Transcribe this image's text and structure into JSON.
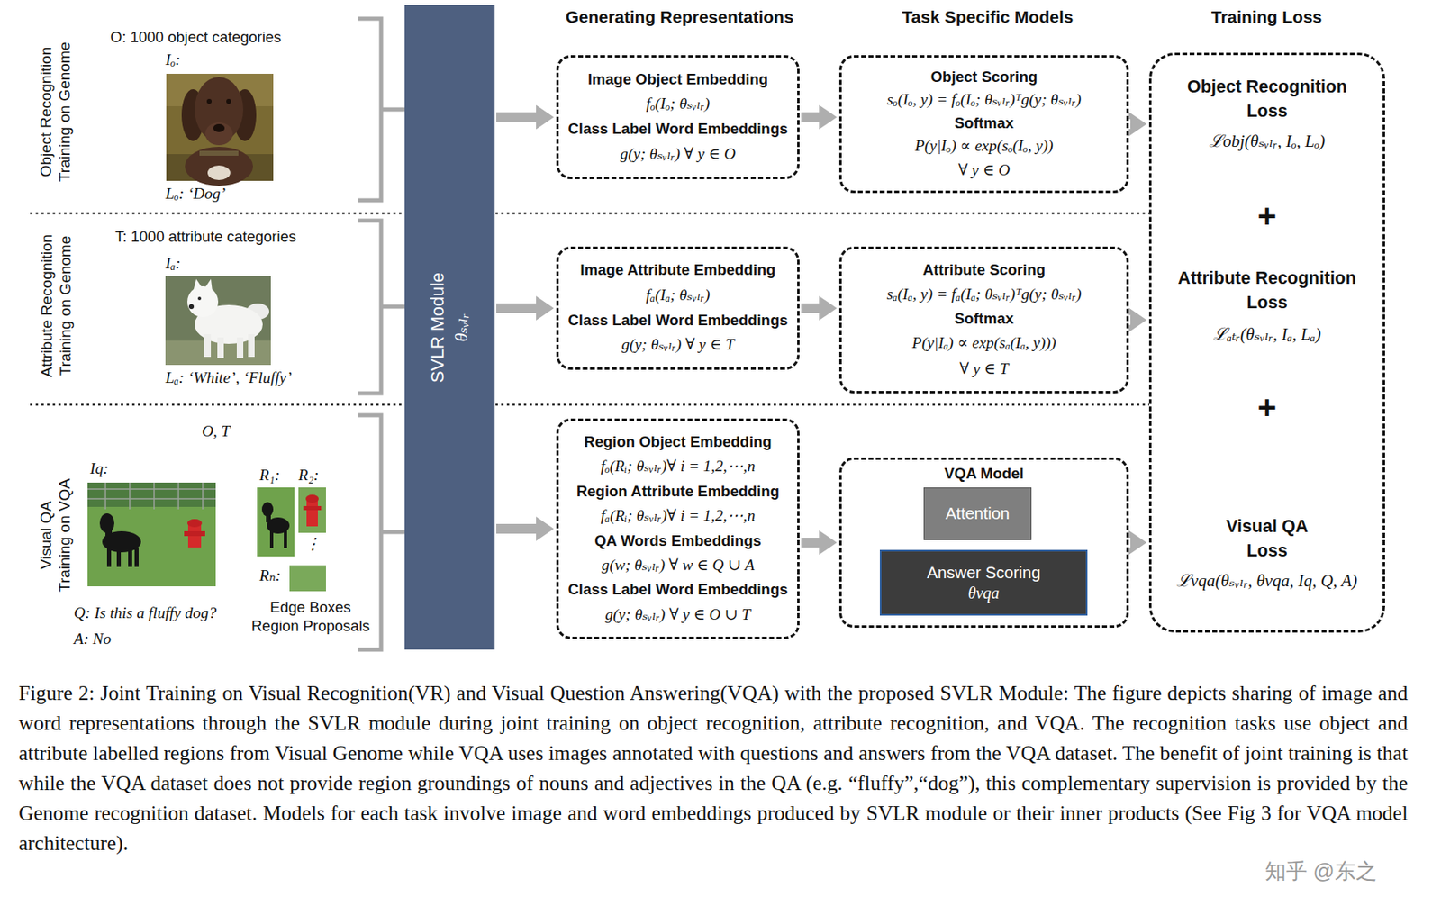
{
  "diagram": {
    "caption": "Figure 2: Joint Training on Visual Recognition(VR) and Visual Question Answering(VQA) with the proposed SVLR Module: The figure depicts sharing of image and word representations through the SVLR module during joint training on object recognition, attribute recognition, and VQA. The recognition tasks use object and attribute labelled regions from Visual Genome while VQA uses images annotated with questions and answers from the VQA dataset. The benefit of joint training is that while the VQA dataset does not provide region groundings of nouns and adjectives in the QA (e.g. “fluffy”,“dog”), this complementary supervision is provided by the Genome recognition dataset. Models for each task involve image and word embeddings produced by SVLR module or their inner products (See Fig 3 for VQA model architecture).",
    "nodes": [
      {
        "text": [
          "SVLR Module",
          "θₛᵥₗᵣ"
        ]
      },
      {
        "text": [
          "Image Object Embedding",
          "fₒ(Iₒ; θₛᵥₗᵣ)",
          "Class Label Word Embeddings",
          "g(y; θₛᵥₗᵣ) ∀ y ∈ O"
        ]
      },
      {
        "text": [
          "Image Attribute Embedding",
          "fₐ(Iₐ; θₛᵥₗᵣ)",
          "Class Label Word Embeddings",
          "g(y; θₛᵥₗᵣ) ∀ y ∈ T"
        ]
      },
      {
        "text": [
          "Region Object Embedding",
          "fₒ(Rᵢ; θₛᵥₗᵣ)∀ i = 1,2,⋯,n",
          "Region Attribute Embedding",
          "fₐ(Rᵢ; θₛᵥₗᵣ)∀ i = 1,2,⋯,n",
          "QA Words Embeddings",
          "g(w; θₛᵥₗᵣ) ∀ w ∈ Q ∪ A",
          "Class Label Word Embeddings",
          "g(y; θₛᵥₗᵣ) ∀ y ∈ O ∪ T"
        ]
      },
      {
        "text": [
          "Object Scoring",
          "sₒ(Iₒ, y) = fₒ(Iₒ; θₛᵥₗᵣ)ᵀg(y; θₛᵥₗᵣ)",
          "Softmax",
          "P(y|Iₒ) ∝ exp(sₒ(Iₒ, y))",
          "∀ y ∈ O"
        ]
      },
      {
        "text": [
          "Attribute Scoring",
          "sₐ(Iₐ, y) = fₐ(Iₐ; θₛᵥₗᵣ)ᵀg(y; θₛᵥₗᵣ)",
          "Softmax",
          "P(y|Iₐ) ∝ exp(sₐ(Iₐ, y)))",
          "∀ y ∈ T"
        ]
      },
      {
        "text": [
          "VQA Model"
        ]
      },
      {
        "text": [
          "Attention"
        ],
        "in": 6
      },
      {
        "text": [
          "Answer Scoring",
          "θvqa"
        ],
        "in": 6
      },
      {
        "text": [
          "Object Recognition Loss",
          "ℒobj(θₛᵥₗᵣ, Iₒ, Lₒ)",
          "+",
          "Attribute Recognition Loss",
          "ℒₐₜᵣ(θₛᵥₗᵣ, Iₐ, Lₐ)",
          "+",
          "Visual QA Loss",
          "ℒvqa(θₛᵥₗᵣ, θvqa, Iq, Q, A)"
        ]
      }
    ],
    "edges": [
      {
        "from": 0,
        "to": 1,
        "arrow": "to"
      },
      {
        "from": 0,
        "to": 2,
        "arrow": "to"
      },
      {
        "from": 0,
        "to": 3,
        "arrow": "to"
      },
      {
        "from": 1,
        "to": 4,
        "arrow": "to"
      },
      {
        "from": 2,
        "to": 5,
        "arrow": "to"
      },
      {
        "from": 3,
        "to": 6,
        "arrow": "to"
      },
      {
        "from": 4,
        "to": 9,
        "arrow": "to"
      },
      {
        "from": 5,
        "to": 9,
        "arrow": "to"
      },
      {
        "from": 6,
        "to": 9,
        "arrow": "to"
      }
    ],
    "labels": [
      "Object Recognition Training on Genome",
      "Attribute Recognition Training on Genome",
      "Visual QA Training on VQA",
      "O: 1000 object categories",
      "Iₒ:",
      "Lₒ: ‘Dog’",
      "T: 1000 attribute categories",
      "Iₐ:",
      "Lₐ: ‘White’, ‘Fluffy’",
      "O, T",
      "Iq:",
      "R₁:",
      "R₂:",
      "⋮",
      "Rₙ:",
      "Q: Is this a fluffy dog?",
      "A: No",
      "Edge Boxes Region Proposals",
      "Generating Representations",
      "Task Specific Models",
      "Training Loss",
      "知乎 @东之"
    ]
  }
}
